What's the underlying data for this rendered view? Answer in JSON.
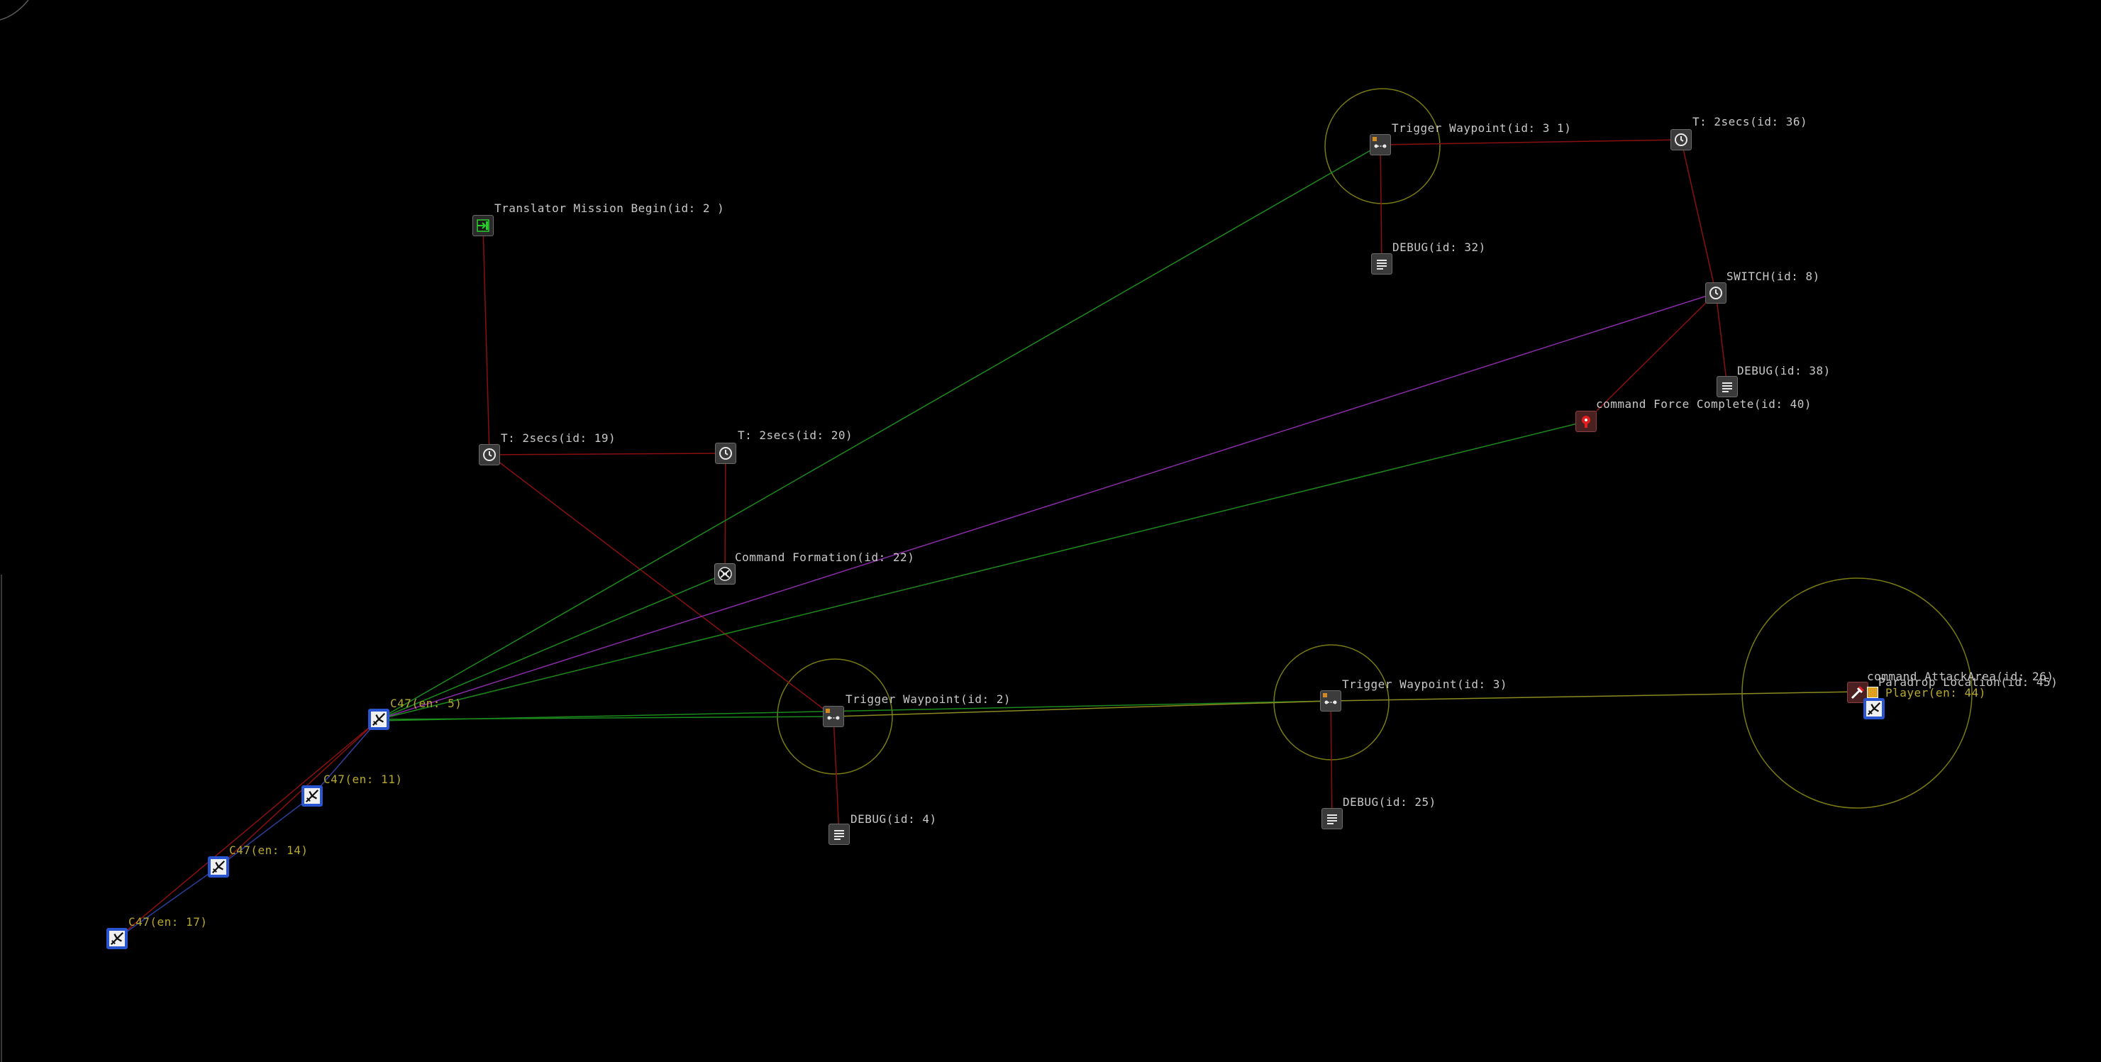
{
  "colors": {
    "background": "#000000",
    "edge_red": "#8a1010",
    "edge_green": "#1c8a1c",
    "edge_purple": "#8a2aa8",
    "edge_olive": "#8a8a20",
    "radius_ring": "#7a7a12",
    "unit_border": "#2a55d0",
    "unit_label": "#b8a92e",
    "node_label": "#c8c8c8"
  },
  "nodes": {
    "translator_begin": {
      "label": "Translator Mission Begin(id: 2 )",
      "icon": "enter-icon"
    },
    "timer_19": {
      "label": "T: 2secs(id: 19)",
      "icon": "clock-icon"
    },
    "timer_20": {
      "label": "T: 2secs(id: 20)",
      "icon": "clock-icon"
    },
    "cmd_formation_22": {
      "label": "Command Formation(id: 22)",
      "icon": "formation-icon"
    },
    "trigger_wp_2": {
      "label": "Trigger Waypoint(id: 2)",
      "icon": "waypoint-icon"
    },
    "debug_4": {
      "label": "DEBUG(id: 4)",
      "icon": "debug-icon"
    },
    "trigger_wp_3": {
      "label": "Trigger Waypoint(id: 3)",
      "icon": "waypoint-icon"
    },
    "debug_25": {
      "label": "DEBUG(id: 25)",
      "icon": "debug-icon"
    },
    "trigger_wp_31": {
      "label": "Trigger Waypoint(id: 3 1)",
      "icon": "waypoint-icon"
    },
    "debug_32": {
      "label": "DEBUG(id: 32)",
      "icon": "debug-icon"
    },
    "timer_36": {
      "label": "T: 2secs(id: 36)",
      "icon": "clock-icon"
    },
    "switch_8": {
      "label": "SWITCH(id: 8)",
      "icon": "clock-icon"
    },
    "debug_38": {
      "label": "DEBUG(id: 38)",
      "icon": "debug-icon"
    },
    "cmd_force_40": {
      "label": "command Force Complete(id: 40)",
      "icon": "force-complete-icon"
    },
    "cmd_attack_area": {
      "label": "command AttackArea(id: 26)",
      "icon": "attack-icon"
    },
    "paradrop_loc": {
      "label": "Paradrop Location(id: 45)",
      "icon": "paradrop-icon"
    },
    "player_44": {
      "label": "Player(en: 44)",
      "icon": "plane-icon"
    },
    "c47_5": {
      "label": "C47(en: 5)",
      "icon": "plane-icon"
    },
    "c47_11": {
      "label": "C47(en: 11)",
      "icon": "plane-icon"
    },
    "c47_14": {
      "label": "C47(en: 14)",
      "icon": "plane-icon"
    },
    "c47_17": {
      "label": "C47(en: 17)",
      "icon": "plane-icon"
    }
  }
}
